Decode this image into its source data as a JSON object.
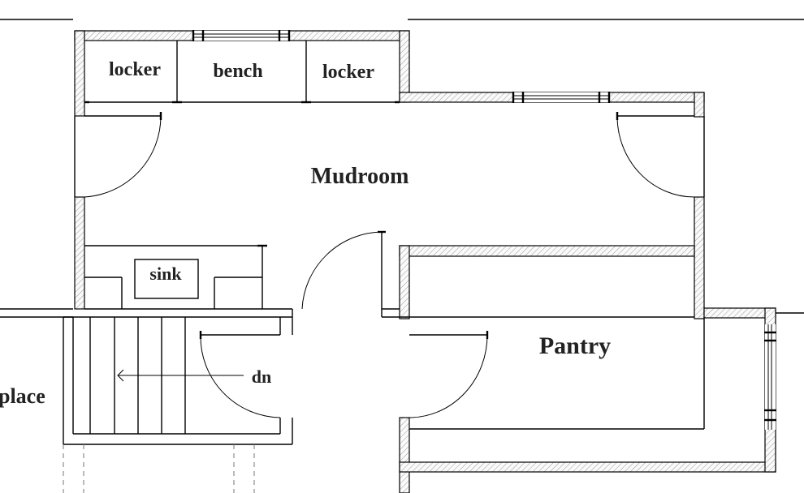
{
  "labels": {
    "locker_left": "locker",
    "bench": "bench",
    "locker_right": "locker",
    "mudroom": "Mudroom",
    "sink": "sink",
    "pantry": "Pantry",
    "stair_direction": "dn",
    "fireplace_partial": "place"
  }
}
